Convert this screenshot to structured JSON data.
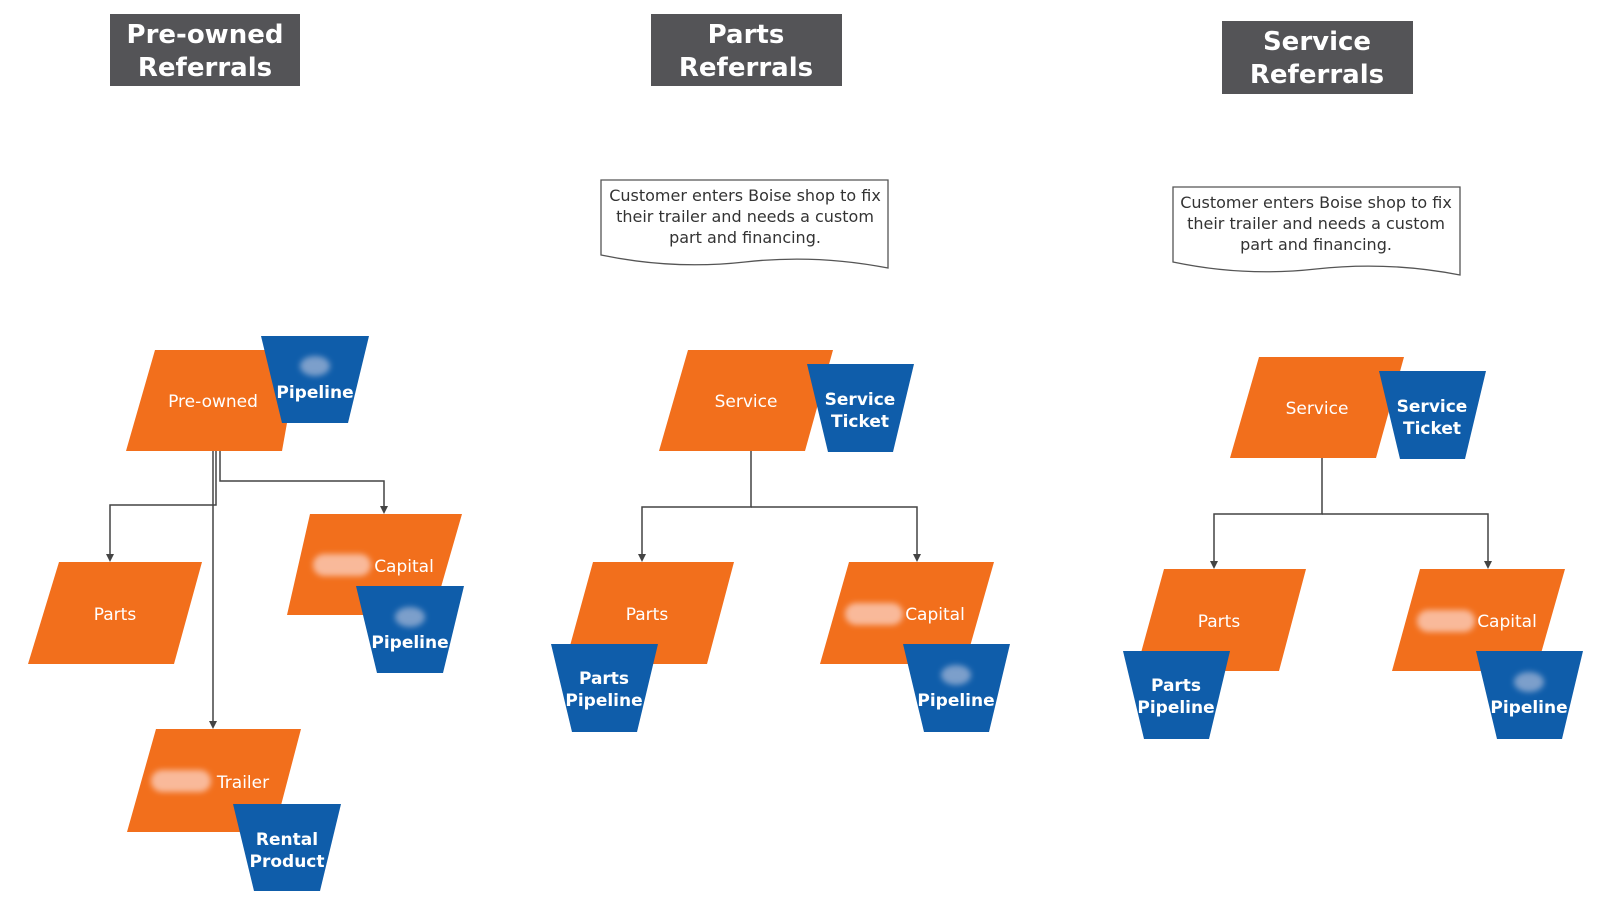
{
  "colors": {
    "header_bg": "#545457",
    "orange": "#F26F1C",
    "blue": "#0F5DAA",
    "connector": "#444444",
    "note_border": "#555555",
    "blur_orange": "#F9B99A",
    "blur_blue": "#7B9FCB"
  },
  "columns": {
    "preowned": {
      "header": [
        "Pre-owned",
        "Referrals"
      ],
      "root": {
        "label": "Pre-owned",
        "tag": [
          "Pipeline"
        ]
      },
      "children": {
        "parts": {
          "label": "Parts"
        },
        "capital": {
          "label": "Capital",
          "tag": [
            "Pipeline"
          ]
        },
        "trailer": {
          "label": "Trailer",
          "tag": [
            "Rental",
            "Product"
          ]
        }
      }
    },
    "parts": {
      "header": [
        "Parts",
        "Referrals"
      ],
      "note": [
        "Customer enters Boise shop to fix",
        "their trailer and needs a custom",
        "part and financing."
      ],
      "root": {
        "label": "Service",
        "tag": [
          "Service",
          "Ticket"
        ]
      },
      "children": {
        "parts": {
          "label": "Parts",
          "tag": [
            "Parts",
            "Pipeline"
          ]
        },
        "capital": {
          "label": "Capital",
          "tag": [
            "Pipeline"
          ]
        }
      }
    },
    "service": {
      "header": [
        "Service",
        "Referrals"
      ],
      "note": [
        "Customer enters Boise shop to fix",
        "their trailer and needs a custom",
        "part and financing."
      ],
      "root": {
        "label": "Service",
        "tag": [
          "Service",
          "Ticket"
        ]
      },
      "children": {
        "parts": {
          "label": "Parts",
          "tag": [
            "Parts",
            "Pipeline"
          ]
        },
        "capital": {
          "label": "Capital",
          "tag": [
            "Pipeline"
          ]
        }
      }
    }
  }
}
